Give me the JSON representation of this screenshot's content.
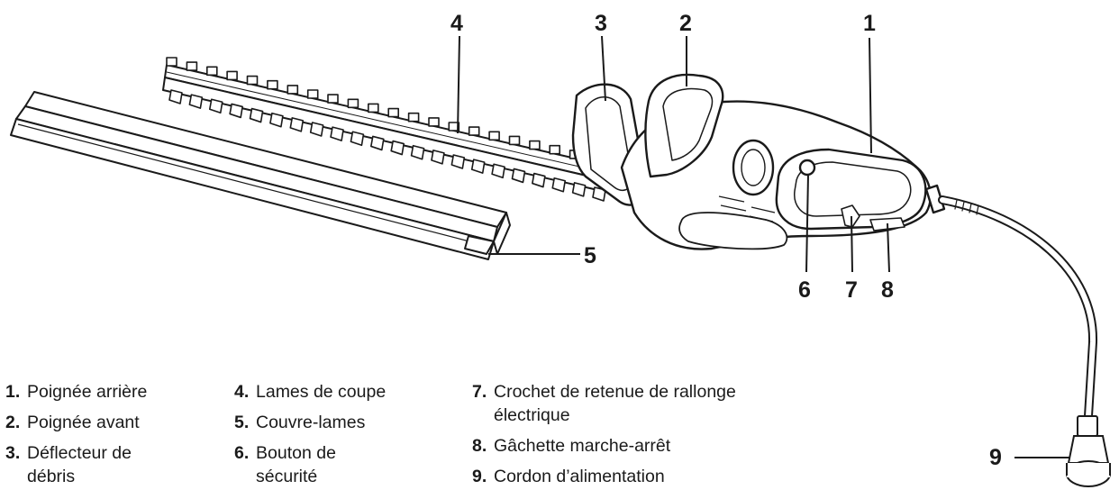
{
  "callouts": {
    "c1": "1",
    "c2": "2",
    "c3": "3",
    "c4": "4",
    "c5": "5",
    "c6": "6",
    "c7": "7",
    "c8": "8",
    "c9": "9"
  },
  "legend": [
    {
      "num": "1.",
      "text": "Poignée arrière"
    },
    {
      "num": "2.",
      "text": "Poignée avant"
    },
    {
      "num": "3.",
      "text": "Déflecteur de débris"
    },
    {
      "num": "4.",
      "text": "Lames de coupe"
    },
    {
      "num": "5.",
      "text": "Couvre-lames"
    },
    {
      "num": "6.",
      "text": "Bouton de sécurité"
    },
    {
      "num": "7.",
      "text": "Crochet de retenue de rallonge électrique"
    },
    {
      "num": "8.",
      "text": "Gâchette marche-arrêt"
    },
    {
      "num": "9.",
      "text": "Cordon d’alimentation"
    }
  ],
  "colors": {
    "line": "#1a1a1a",
    "fill": "#ffffff"
  }
}
